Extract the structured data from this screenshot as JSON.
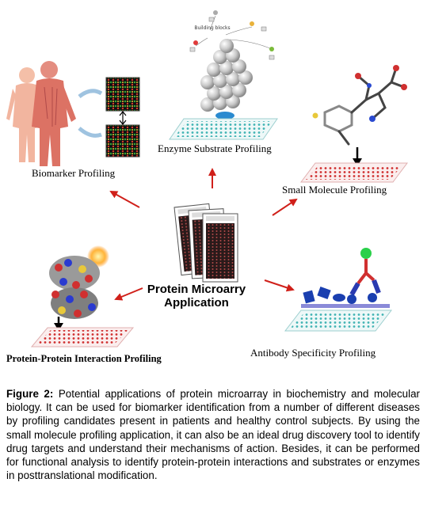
{
  "labels": {
    "biomarker": "Biomarker Profiling",
    "enzyme": "Enzyme Substrate Profiling",
    "small_molecule": "Small Molecule Profiling",
    "protein_protein": "Protein-Protein Interaction Profiling",
    "antibody": "Antibody Specificity Profiling",
    "building_blocks": "Building blocks",
    "center_line1": "Protein Microarry",
    "center_line2": "Application"
  },
  "caption": {
    "prefix": "Figure 2:",
    "text": "Potential applications of protein microarray in biochemistry and molecular biology. It can be used for biomarker identification from a number of different diseases by profiling candidates present in patients and healthy control subjects. By using the small molecule profiling application, it can also be an ideal drug discovery tool to identify drug targets and understand their mechanisms of action. Besides, it can be performed for functional analysis to identify protein-protein interactions and substrates or enzymes in posttranslational modification."
  },
  "colors": {
    "arrow": "#d0201a",
    "slide_teal": "#3fb3b3",
    "slide_red": "#d03030",
    "accent_blue": "#1a3fb0"
  }
}
